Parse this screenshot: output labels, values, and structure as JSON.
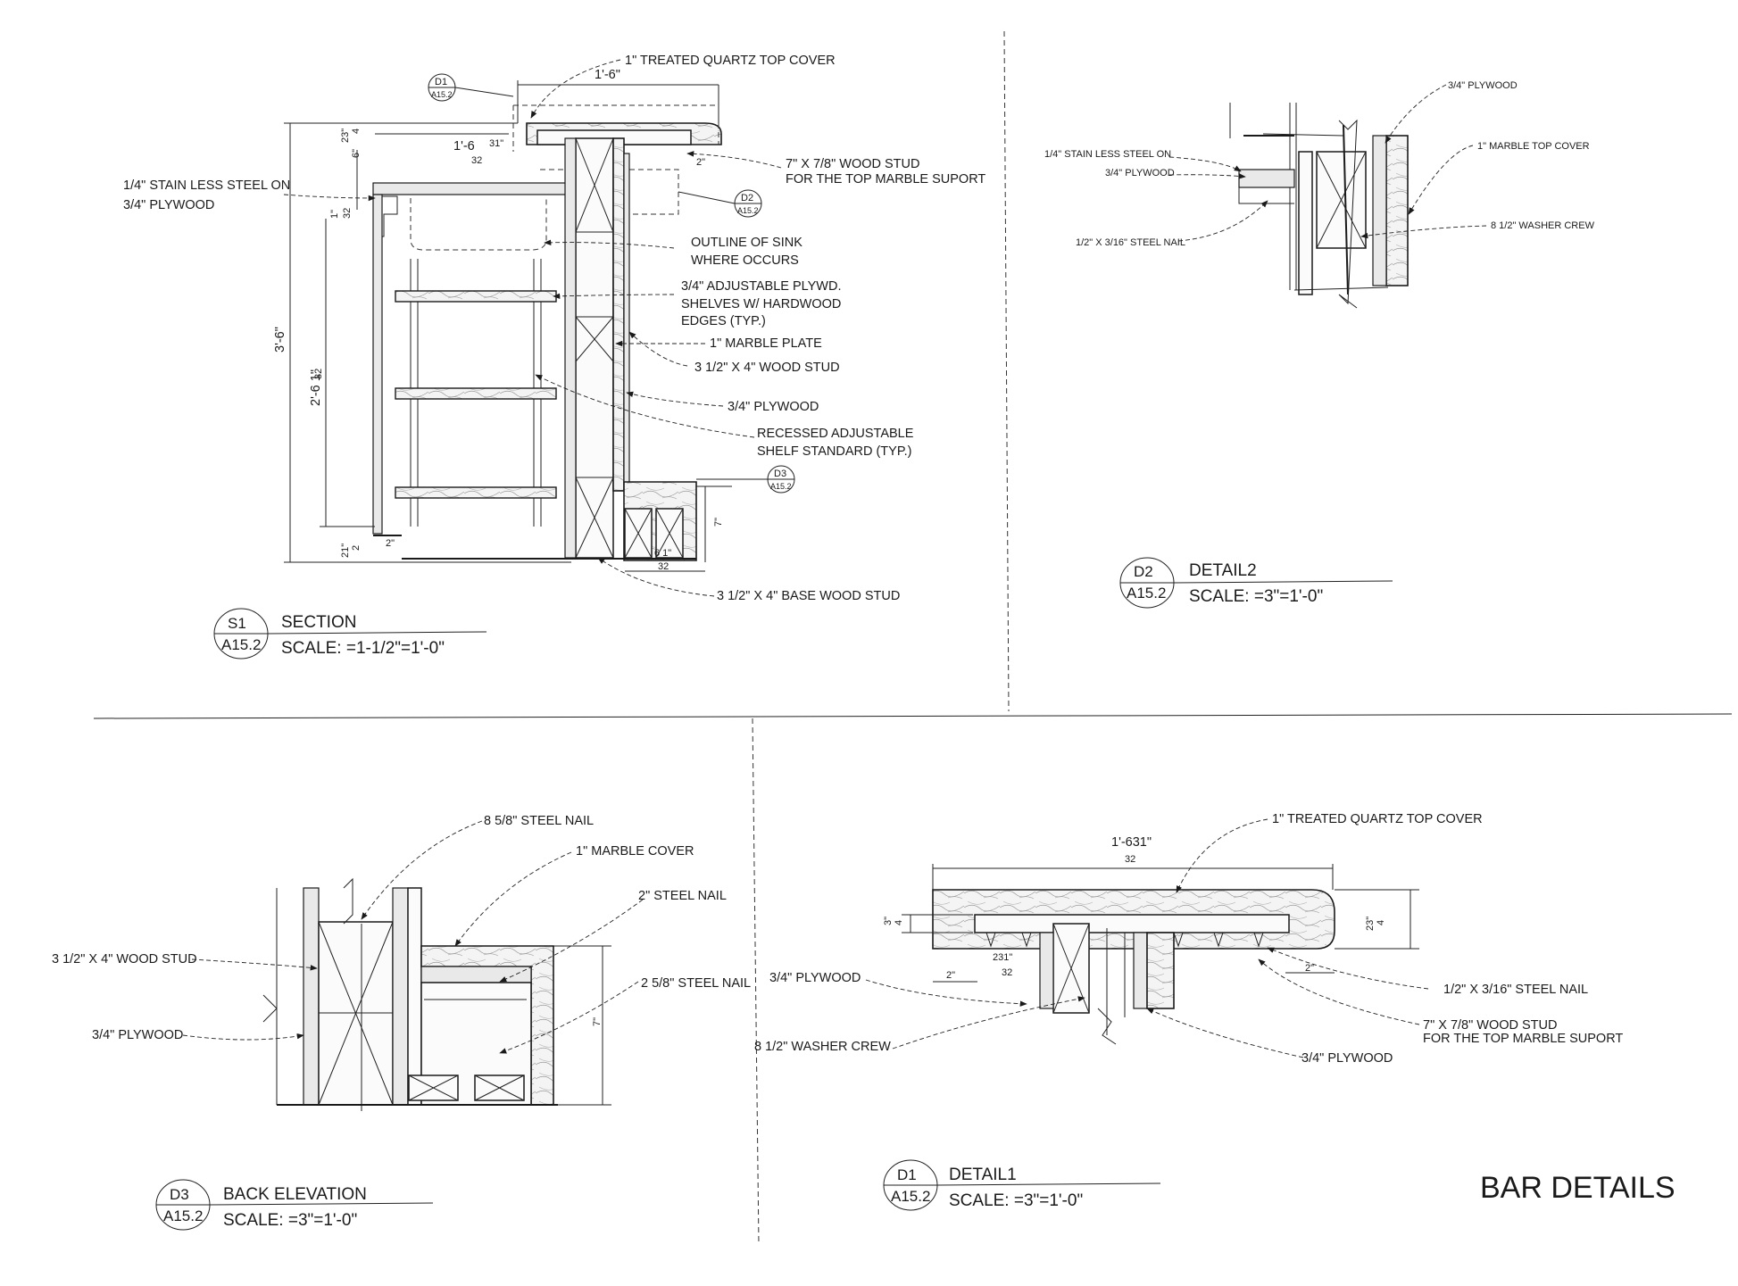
{
  "sheet_title": "BAR DETAILS",
  "views": {
    "section": {
      "tag": "S1",
      "sheet": "A15.2",
      "title": "SECTION",
      "scale": "SCALE: =1-1/2\"=1'-0\"",
      "labels": {
        "quartz_top": "1\" TREATED QUARTZ TOP COVER",
        "stud_top_1": "7\" X 7/8\" WOOD STUD",
        "stud_top_2": "FOR THE TOP MARBLE SUPORT",
        "steel_1": "1/4\" STAIN LESS  STEEL ON",
        "steel_2": "3/4\" PLYWOOD",
        "sink_1": "OUTLINE OF SINK",
        "sink_2": "WHERE OCCURS",
        "shelves_1": "3/4\" ADJUSTABLE PLYWD.",
        "shelves_2": "SHELVES W/ HARDWOOD",
        "shelves_3": "EDGES (TYP.)",
        "marble_plate": "1\" MARBLE PLATE",
        "wood_stud": "3 1/2\" X 4\" WOOD STUD",
        "plywood": "3/4\" PLYWOOD",
        "recessed_1": "RECESSED ADJUSTABLE",
        "recessed_2": "SHELF STANDARD (TYP.)",
        "base_stud": "3 1/2\" X 4\" BASE WOOD STUD"
      },
      "dims": {
        "top_width": "1'-6\"",
        "counter": "1'-6",
        "counter_frac": "31\"",
        "counter_den": "32",
        "height": "3'-6\"",
        "inner_height": "2'-6 1\"",
        "inner_den": "32",
        "top_23": "23\"",
        "top_23_den": "4",
        "six": "6\"",
        "seventeen": "1\"",
        "seventeen_den": "32",
        "base_21": "21\"",
        "base_21_den": "2",
        "two_in": "2\"",
        "two_in_b": "2\"",
        "seven": "7\"",
        "six_1": "6 1\"",
        "six_1_den": "32"
      },
      "refs": [
        {
          "tag": "D1",
          "sheet": "A15.2"
        },
        {
          "tag": "D2",
          "sheet": "A15.2"
        },
        {
          "tag": "D3",
          "sheet": "A15.2"
        }
      ]
    },
    "detail2": {
      "tag": "D2",
      "sheet": "A15.2",
      "title": "DETAIL2",
      "scale": "SCALE: =3\"=1'-0\"",
      "labels": {
        "plywood": "3/4\" PLYWOOD",
        "marble": "1\" MARBLE TOP COVER",
        "steel_1": "1/4\" STAIN LESS  STEEL ON",
        "steel_2": "3/4\" PLYWOOD",
        "washer": "8 1/2\" WASHER CREW",
        "nail": "1/2\" X 3/16\" STEEL NAIL"
      }
    },
    "back_elevation": {
      "tag": "D3",
      "sheet": "A15.2",
      "title": "BACK ELEVATION",
      "scale": "SCALE: =3\"=1'-0\"",
      "labels": {
        "nail_858": "8 5/8\" STEEL NAIL",
        "marble_cover": "1\" MARBLE  COVER",
        "nail_2": "2\" STEEL NAIL",
        "stud": "3 1/2\" X 4\" WOOD STUD",
        "nail_258": "2 5/8\" STEEL NAIL",
        "plywood": "3/4\" PLYWOOD"
      },
      "dims": {
        "seven": "7\""
      }
    },
    "detail1": {
      "tag": "D1",
      "sheet": "A15.2",
      "title": "DETAIL1",
      "scale": "SCALE: =3\"=1'-0\"",
      "labels": {
        "quartz": "1\" TREATED QUARTZ TOP COVER",
        "plywood_l": "3/4\" PLYWOOD",
        "washer": "8 1/2\" WASHER CREW",
        "plywood_b": "3/4\" PLYWOOD",
        "nail": "1/2\" X 3/16\" STEEL NAIL",
        "stud_1": "7\" X 7/8\" WOOD STUD",
        "stud_2": "FOR THE TOP MARBLE SUPORT"
      },
      "dims": {
        "width": "1'-631\"",
        "width_den": "32",
        "three": "3\"",
        "three_den": "4",
        "twentythree": "23\"",
        "twentythree_den": "4",
        "two_l": "2\"",
        "two_r": "2\"",
        "twothirtyone": "231\"",
        "twothirtyone_den": "32"
      }
    }
  }
}
